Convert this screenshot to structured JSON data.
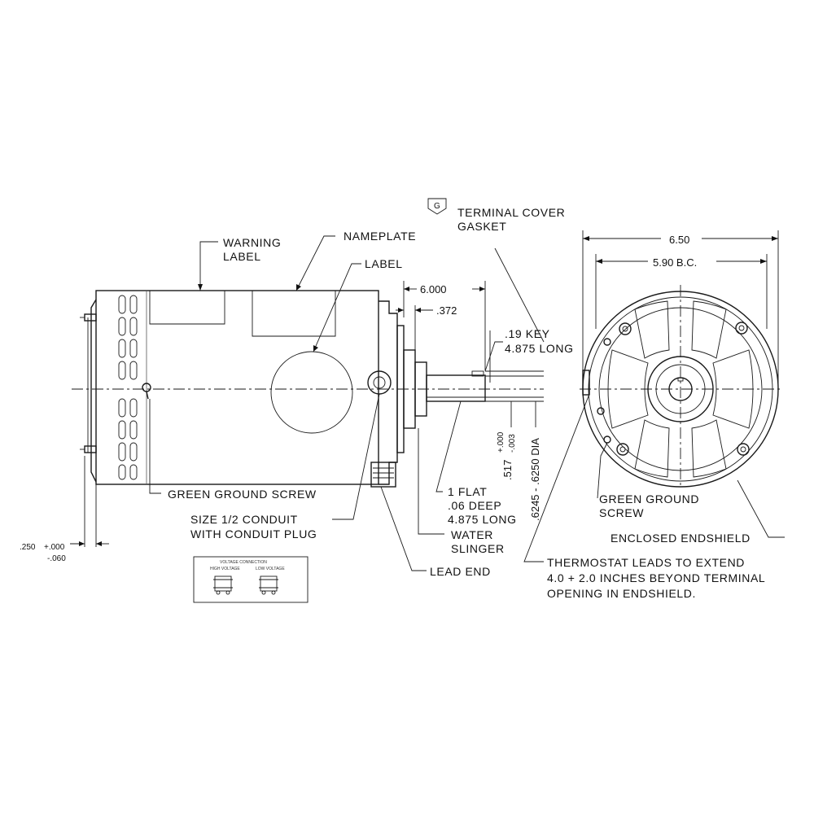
{
  "labels": {
    "terminal_cover_gasket_symbol": "G",
    "terminal_cover_line1": "TERMINAL COVER",
    "terminal_cover_line2": "GASKET",
    "warning_line1": "WARNING",
    "warning_line2": "LABEL",
    "nameplate": "NAMEPLATE",
    "label": "LABEL",
    "green_ground_screw_side": "GREEN GROUND SCREW",
    "conduit_line1": "SIZE 1/2 CONDUIT",
    "conduit_line2": "WITH CONDUIT PLUG",
    "key_line1": ".19 KEY",
    "key_line2": "4.875 LONG",
    "flat_line1": "1 FLAT",
    "flat_line2": ".06 DEEP",
    "flat_line3": "4.875 LONG",
    "water_line1": "WATER",
    "water_line2": "SLINGER",
    "lead_end": "LEAD END",
    "green_ground_end_line1": "GREEN GROUND",
    "green_ground_end_line2": "SCREW",
    "enclosed_endshield": "ENCLOSED ENDSHIELD",
    "thermostat_line1": "THERMOSTAT LEADS TO EXTEND",
    "thermostat_line2": "4.0 + 2.0 INCHES BEYOND TERMINAL",
    "thermostat_line3": "OPENING IN ENDSHIELD."
  },
  "dimensions": {
    "overall_dia": "6.50",
    "bolt_circle": "5.90  B.C.",
    "shaft_length": "6.000",
    "shoulder": ".372",
    "shaft_dia_tol": ".517",
    "shaft_dia_tol_plus": "+.000",
    "shaft_dia_tol_minus": "-.003",
    "shaft_dia": ".6245 - .6250 DIA",
    "stud_length": ".250",
    "stud_tol_plus": "+.000",
    "stud_tol_minus": "-.060"
  },
  "connection_diagram": {
    "title": "VOLTAGE CONNECTION",
    "left_label": "HIGH VOLTAGE",
    "right_label": "LOW VOLTAGE"
  }
}
